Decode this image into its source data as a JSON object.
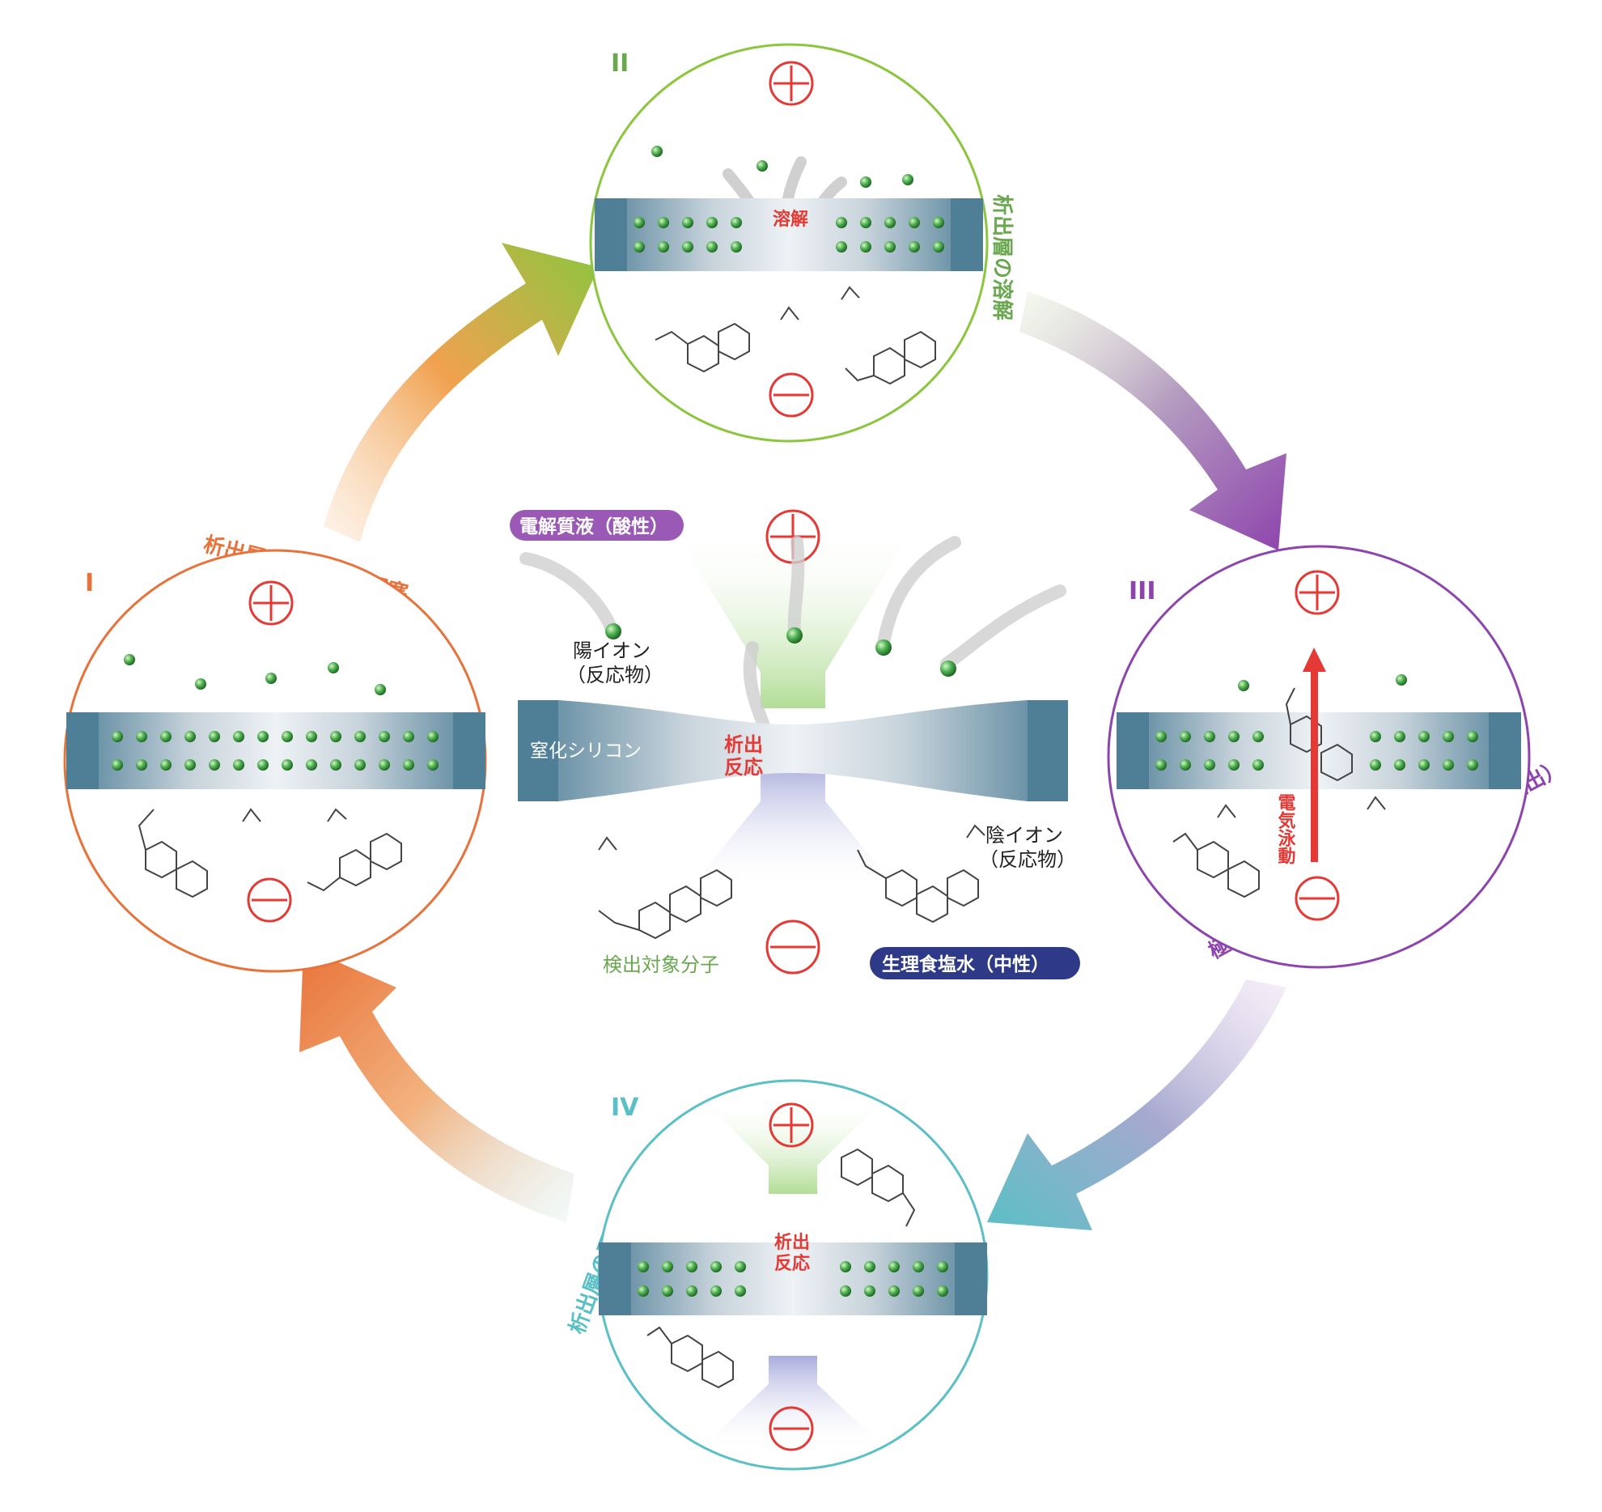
{
  "colors": {
    "stage1": "#e8733a",
    "stage2": "#8cc63f",
    "stage3": "#8e44ad",
    "stage4": "#5bbfc6",
    "red_label": "#e53935",
    "membrane": "#4f7f97",
    "acid_badge": "#9b59b6",
    "saline_badge": "#2e3a87",
    "target_label": "#6aa84f"
  },
  "stages": {
    "s1": {
      "numeral": "I",
      "caption": "析出層による完全閉塞"
    },
    "s2": {
      "numeral": "II",
      "caption": "析出層の溶解",
      "inner_label": "溶解"
    },
    "s3": {
      "numeral": "III",
      "caption": "極小ナノポア形成＆分子通過（分子検出）",
      "inner_label": "電気泳動"
    },
    "s4": {
      "numeral": "IV",
      "caption": "析出層の再形成",
      "inner_label": "析出反応"
    }
  },
  "center": {
    "acid_solution": "電解質液（酸性）",
    "cation_line1": "陽イオン",
    "cation_line2": "（反応物）",
    "membrane": "窒化シリコン",
    "reaction_line1": "析出",
    "reaction_line2": "反応",
    "anion_line1": "陰イオン",
    "anion_line2": "（反応物）",
    "target": "検出対象分子",
    "saline": "生理食塩水（中性）"
  },
  "symbols": {
    "plus": "+",
    "minus": "−"
  }
}
